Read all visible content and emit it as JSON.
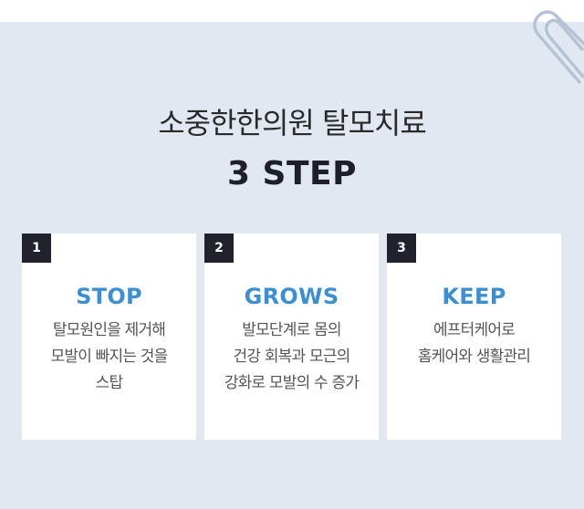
{
  "title": "소중한한의원 탈모치료",
  "subtitle": "3 STEP",
  "steps": [
    {
      "number": "1",
      "name": "STOP",
      "lines": [
        "탈모원인을 제거해",
        "모발이 빠지는 것을",
        "스탑"
      ]
    },
    {
      "number": "2",
      "name": "GROWS",
      "lines": [
        "발모단계로 몸의",
        "건강 회복과 모근의",
        "강화로 모발의 수 증가"
      ]
    },
    {
      "number": "3",
      "name": "KEEP",
      "lines": [
        "에프터케어로",
        "홈케어와 생활관리"
      ]
    }
  ],
  "colors": {
    "background": "#e1e8f2",
    "card": "#ffffff",
    "badge": "#22222e",
    "accent": "#3e8fd0"
  },
  "icons": {
    "decoration": "paperclip-icon"
  }
}
